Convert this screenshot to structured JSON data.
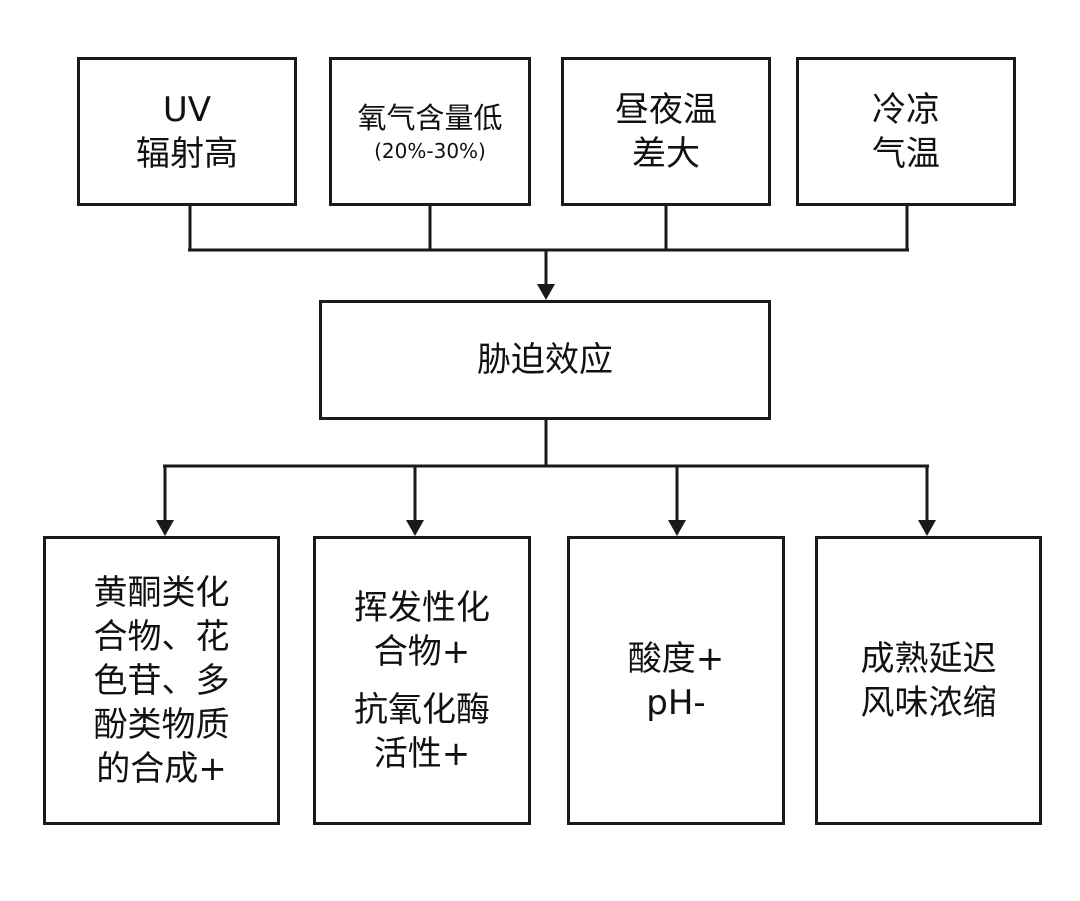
{
  "causes": [
    {
      "lines": [
        "UV",
        "辐射高"
      ]
    },
    {
      "lines": [
        "氧气含量低"
      ],
      "note": "(20%-30%)"
    },
    {
      "lines": [
        "昼夜温",
        "差大"
      ]
    },
    {
      "lines": [
        "冷凉",
        "气温"
      ]
    }
  ],
  "center": {
    "label": "胁迫效应"
  },
  "effects": [
    {
      "groups": [
        [
          "黄酮类化",
          "合物、花",
          "色苷、多",
          "酚类物质",
          "的合成+"
        ]
      ]
    },
    {
      "groups": [
        [
          "挥发性化",
          "合物+"
        ],
        [
          "抗氧化酶",
          "活性+"
        ]
      ]
    },
    {
      "groups": [
        [
          "酸度+",
          "pH-"
        ]
      ]
    },
    {
      "groups": [
        [
          "成熟延迟",
          "风味浓缩"
        ]
      ]
    }
  ]
}
